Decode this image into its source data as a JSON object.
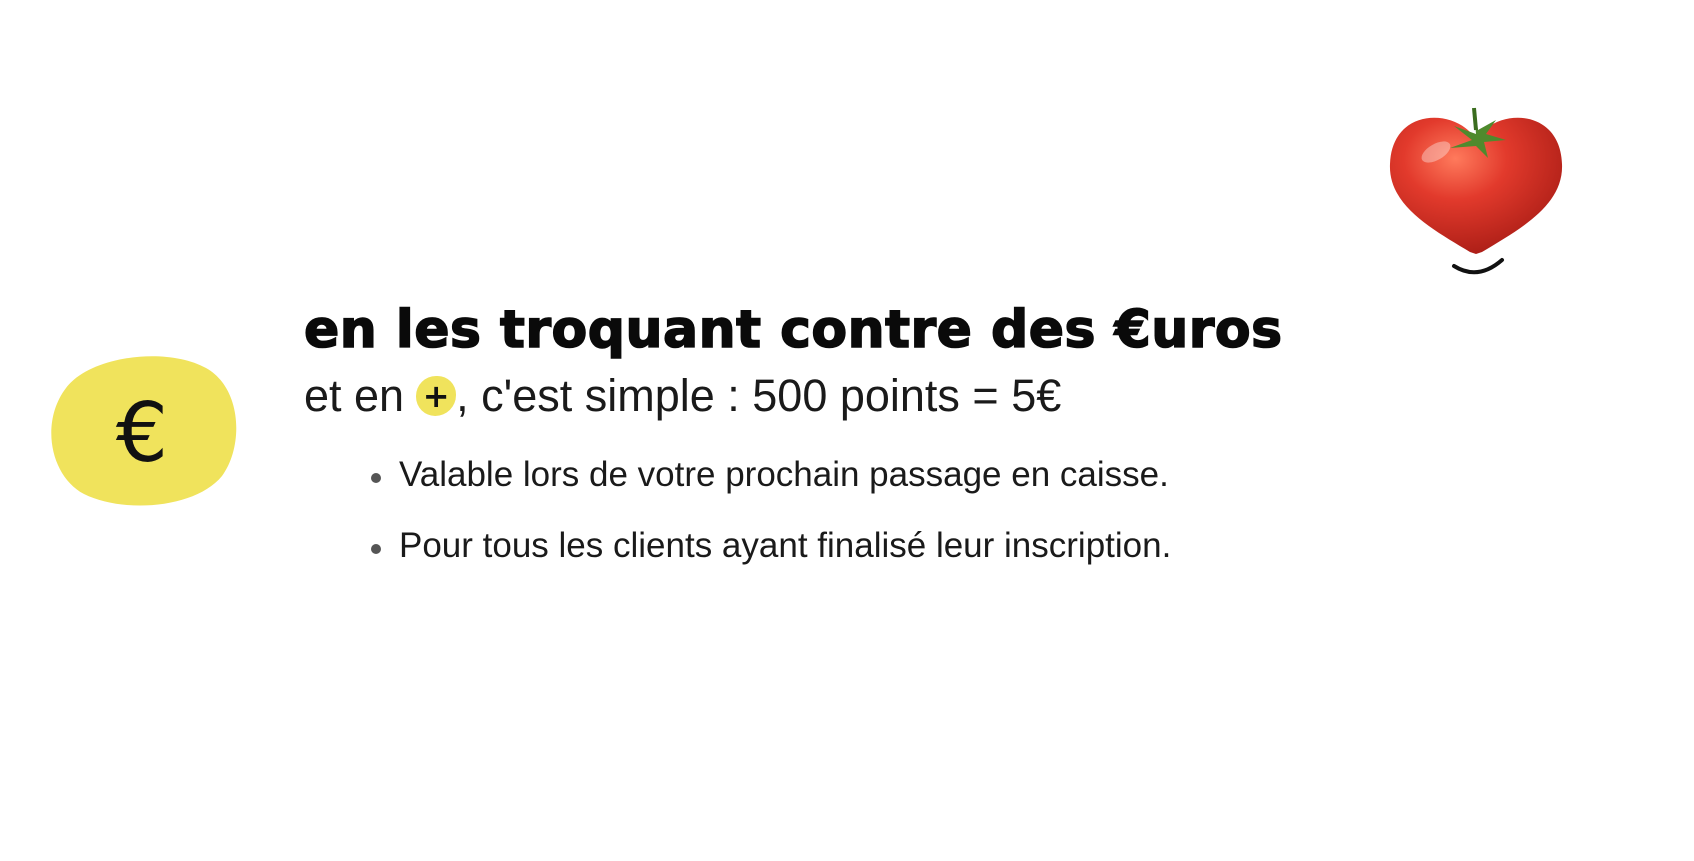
{
  "colors": {
    "accent_yellow": "#f0e35c",
    "tomato_red": "#e0352b",
    "text": "#1a1a1a"
  },
  "euro_badge": {
    "symbol": "€",
    "icon": "euro-icon"
  },
  "tomato": {
    "icon": "heart-tomato-icon"
  },
  "headline": "en les troquant contre des €uros",
  "subline": {
    "prefix": "et en",
    "plus_symbol": "+",
    "suffix": ", c'est simple : 500 points = 5€"
  },
  "bullets": [
    {
      "text": "Valable lors de votre prochain passage en caisse."
    },
    {
      "text": "Pour tous les clients ayant finalisé leur inscription."
    }
  ]
}
